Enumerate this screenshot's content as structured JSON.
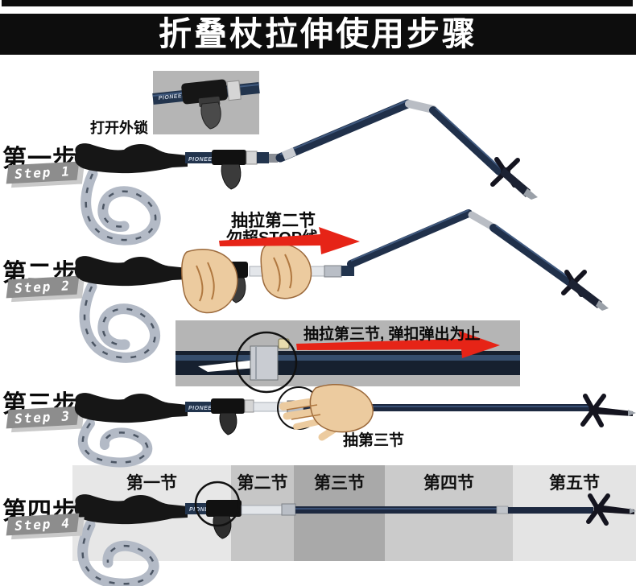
{
  "page": {
    "title": "折叠杖拉伸使用步骤"
  },
  "brand": {
    "name": "PIONEER"
  },
  "steps": {
    "step1": {
      "label_cn": "第一步",
      "label_en": "Step 1",
      "callout": "打开外锁"
    },
    "step2": {
      "label_cn": "第二步",
      "label_en": "Step 2",
      "callout_line1": "抽拉第二节",
      "callout_line2": "勿超STOP线"
    },
    "step3": {
      "label_cn": "第三步",
      "label_en": "Step 3",
      "inset_callout": "抽拉第三节, 弹扣弹出为止",
      "callout": "抽第三节"
    },
    "step4": {
      "label_cn": "第四步",
      "label_en": "Step 4"
    }
  },
  "pole_sections": [
    {
      "label": "第一节",
      "color": "#e7e7e7"
    },
    {
      "label": "第二节",
      "color": "#c6c6c6"
    },
    {
      "label": "第三节",
      "color": "#a9a9a9"
    },
    {
      "label": "第四节",
      "color": "#cbcbcb"
    },
    {
      "label": "第五节",
      "color": "#e4e4e4"
    }
  ],
  "colors": {
    "title_bg": "#0d0d0d",
    "title_text": "#ffffff",
    "accent_red": "#e62417",
    "pole_navy": "#20304a",
    "inset_bg": "#b5b5b5",
    "badge_gray": "#8d8d8d",
    "badge_shadow": "#c9c9c9",
    "strap": "#b3bac6",
    "hand_skin": "#eccb9f"
  }
}
